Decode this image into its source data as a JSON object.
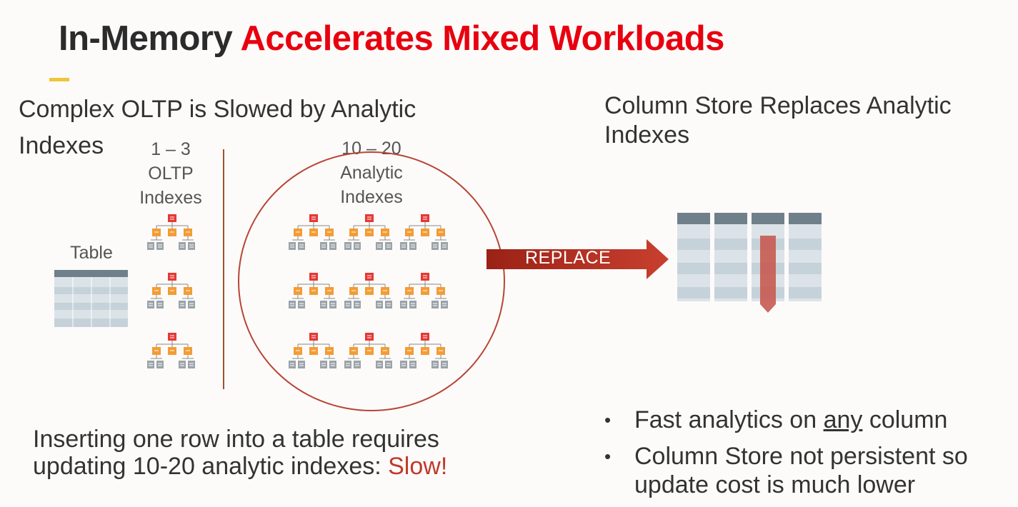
{
  "title": {
    "part1": "In-Memory ",
    "part2": "Accelerates Mixed Workloads"
  },
  "left": {
    "heading": "Complex OLTP is Slowed by Analytic Indexes",
    "oltp_label": [
      "1 – 3",
      "OLTP",
      "Indexes"
    ],
    "analytic_label": [
      "10 – 20",
      "Analytic",
      "Indexes"
    ],
    "table_label": "Table",
    "footer": {
      "text": "Inserting one row into a table requires updating 10-20 analytic indexes: ",
      "highlight": "Slow!"
    }
  },
  "arrow": {
    "label": "REPLACE"
  },
  "right": {
    "heading": "Column Store Replaces Analytic Indexes",
    "bullets": [
      {
        "before": "Fast analytics on ",
        "underlined": "any",
        "after": " column"
      },
      {
        "before": "Column Store not persistent so update cost is much lower",
        "underlined": "",
        "after": ""
      }
    ]
  },
  "colors": {
    "title_accent": "#e8000f",
    "slow": "#c0392b",
    "arrow": "#b83224",
    "circle": "#b84535",
    "divider": "#a0522d",
    "accent_bar": "#f0c53a"
  }
}
